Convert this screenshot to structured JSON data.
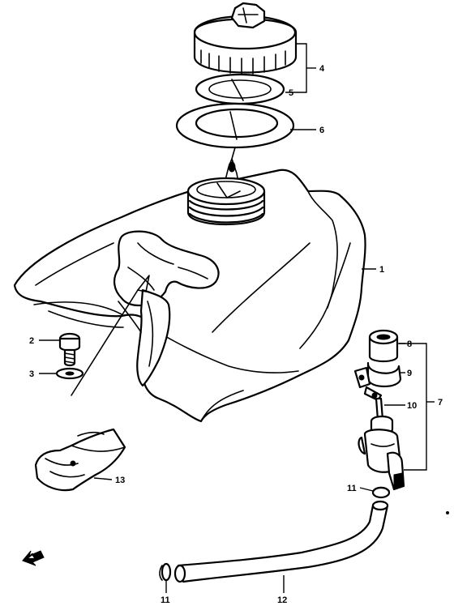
{
  "callouts": {
    "tank": "1",
    "bolt": "2",
    "washer": "3",
    "cap_assy": "4",
    "cap_gasket": "5",
    "tank_gasket": "6",
    "fuel_cock_assy": "7",
    "cap": "8",
    "clamp": "9",
    "fuel_cock": "10",
    "hose_clip_upper": "11",
    "hose_clip_lower": "11",
    "fuel_hose": "12",
    "cushion": "13"
  }
}
